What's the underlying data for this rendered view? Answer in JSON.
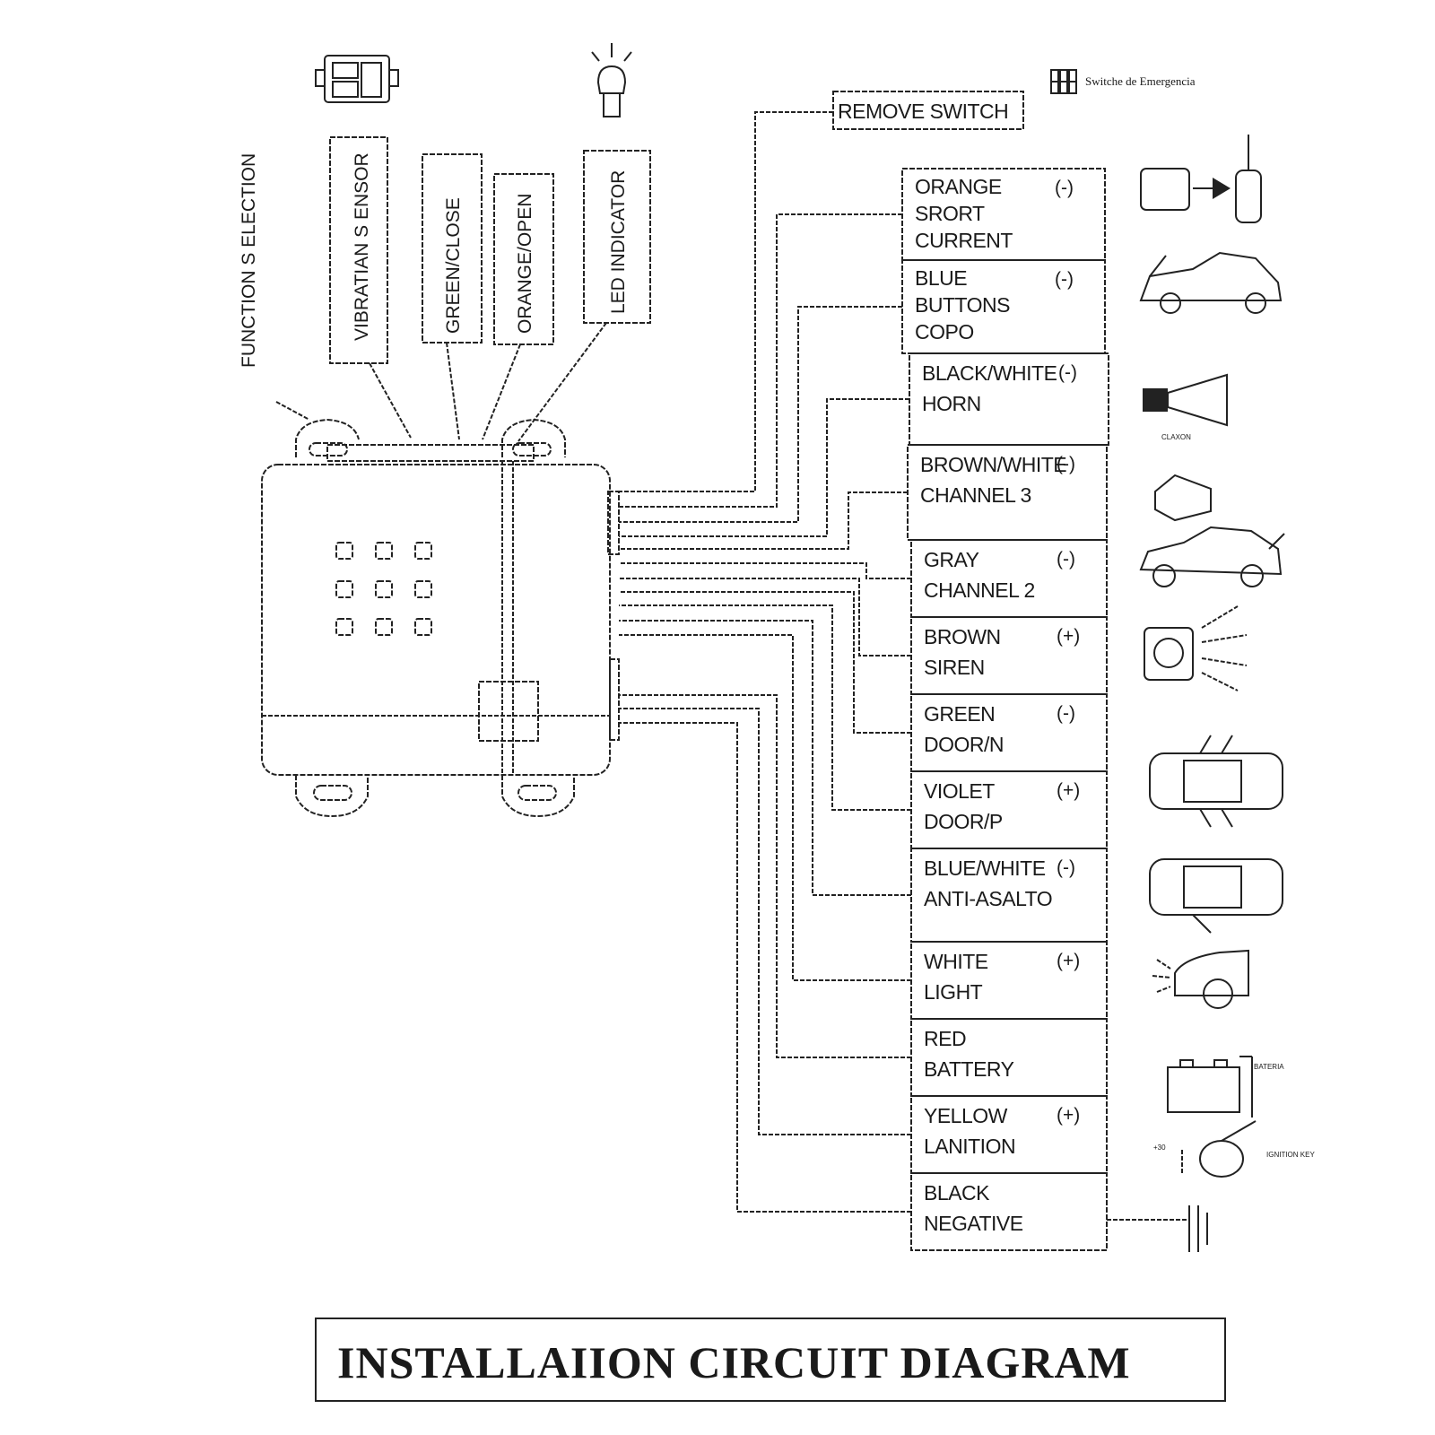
{
  "title": "INSTALLAIION CIRCUIT DIAGRAM",
  "top_labels": {
    "function_selection": "FUNCTION S ELECTION",
    "vibration_sensor": "VIBRATIAN S ENSOR",
    "green_close": "GREEN/CLOSE",
    "orange_open": "ORANGE/OPEN",
    "led_indicator": "LED INDICATOR",
    "remove_switch": "REMOVE SWITCH",
    "emergency_switch": "Switche de Emergencia"
  },
  "wires": [
    {
      "lines": [
        "ORANGE",
        "SRORT",
        "CURRENT"
      ],
      "sign": "(-)",
      "icon": "relay-coil-icon"
    },
    {
      "lines": [
        "BLUE",
        "BUTTONS",
        "COPO"
      ],
      "sign": "(-)",
      "icon": "car-hood-open-icon"
    },
    {
      "lines": [
        "BLACK/WHITE",
        "HORN"
      ],
      "sign": "(-)",
      "icon": "horn-icon"
    },
    {
      "lines": [
        "BROWN/WHITE",
        "CHANNEL 3"
      ],
      "sign": "(-)",
      "icon": "module-icon"
    },
    {
      "lines": [
        "GRAY",
        "CHANNEL 2"
      ],
      "sign": "(-)",
      "icon": "car-trunk-open-icon"
    },
    {
      "lines": [
        "BROWN",
        "SIREN"
      ],
      "sign": "(+)",
      "icon": "siren-icon"
    },
    {
      "lines": [
        "GREEN",
        "DOOR/N"
      ],
      "sign": "(-)",
      "icon": "car-doors-open-icon"
    },
    {
      "lines": [
        "VIOLET",
        "DOOR/P"
      ],
      "sign": "(+)",
      "icon": "car-doors-open-icon"
    },
    {
      "lines": [
        "BLUE/WHITE",
        "ANTI-ASALTO"
      ],
      "sign": "(-)",
      "icon": "car-door-open-icon"
    },
    {
      "lines": [
        "WHITE",
        "LIGHT"
      ],
      "sign": "(+)",
      "icon": "car-headlight-icon"
    },
    {
      "lines": [
        "RED",
        "BATTERY"
      ],
      "sign": "",
      "icon": "battery-icon"
    },
    {
      "lines": [
        "YELLOW",
        "LANITION"
      ],
      "sign": "(+)",
      "icon": "ignition-key-icon"
    },
    {
      "lines": [
        "BLACK",
        "NEGATIVE"
      ],
      "sign": "",
      "icon": "ground-icon"
    }
  ],
  "icon_labels": {
    "claxon": "CLAXON",
    "bateria": "BATERIA",
    "ignition_key": "IGNITION KEY",
    "plus_30": "+30"
  }
}
